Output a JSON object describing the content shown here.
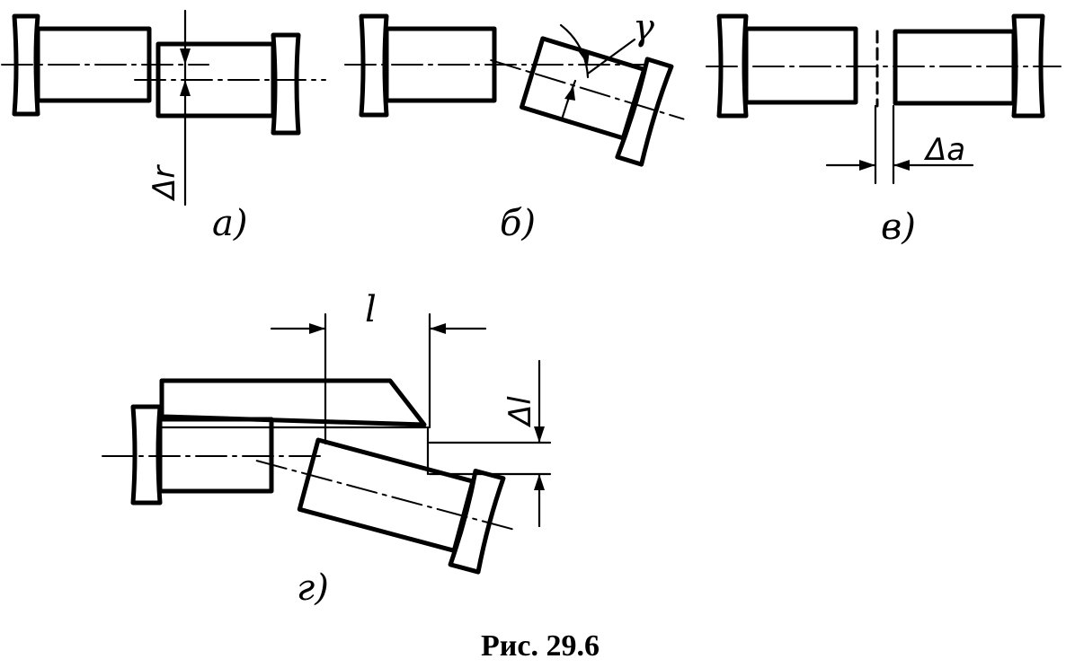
{
  "subfigures": {
    "a": {
      "label": "а)",
      "dimension": "Δr"
    },
    "b": {
      "label": "б)",
      "dimension": "γ"
    },
    "v": {
      "label": "в)",
      "dimension": "Δa"
    },
    "g": {
      "label": "г)",
      "dimension_length": "l",
      "dimension_offset": "Δl"
    }
  },
  "caption": "Рис. 29.6",
  "colors": {
    "ink": "#000000",
    "background": "#ffffff"
  }
}
